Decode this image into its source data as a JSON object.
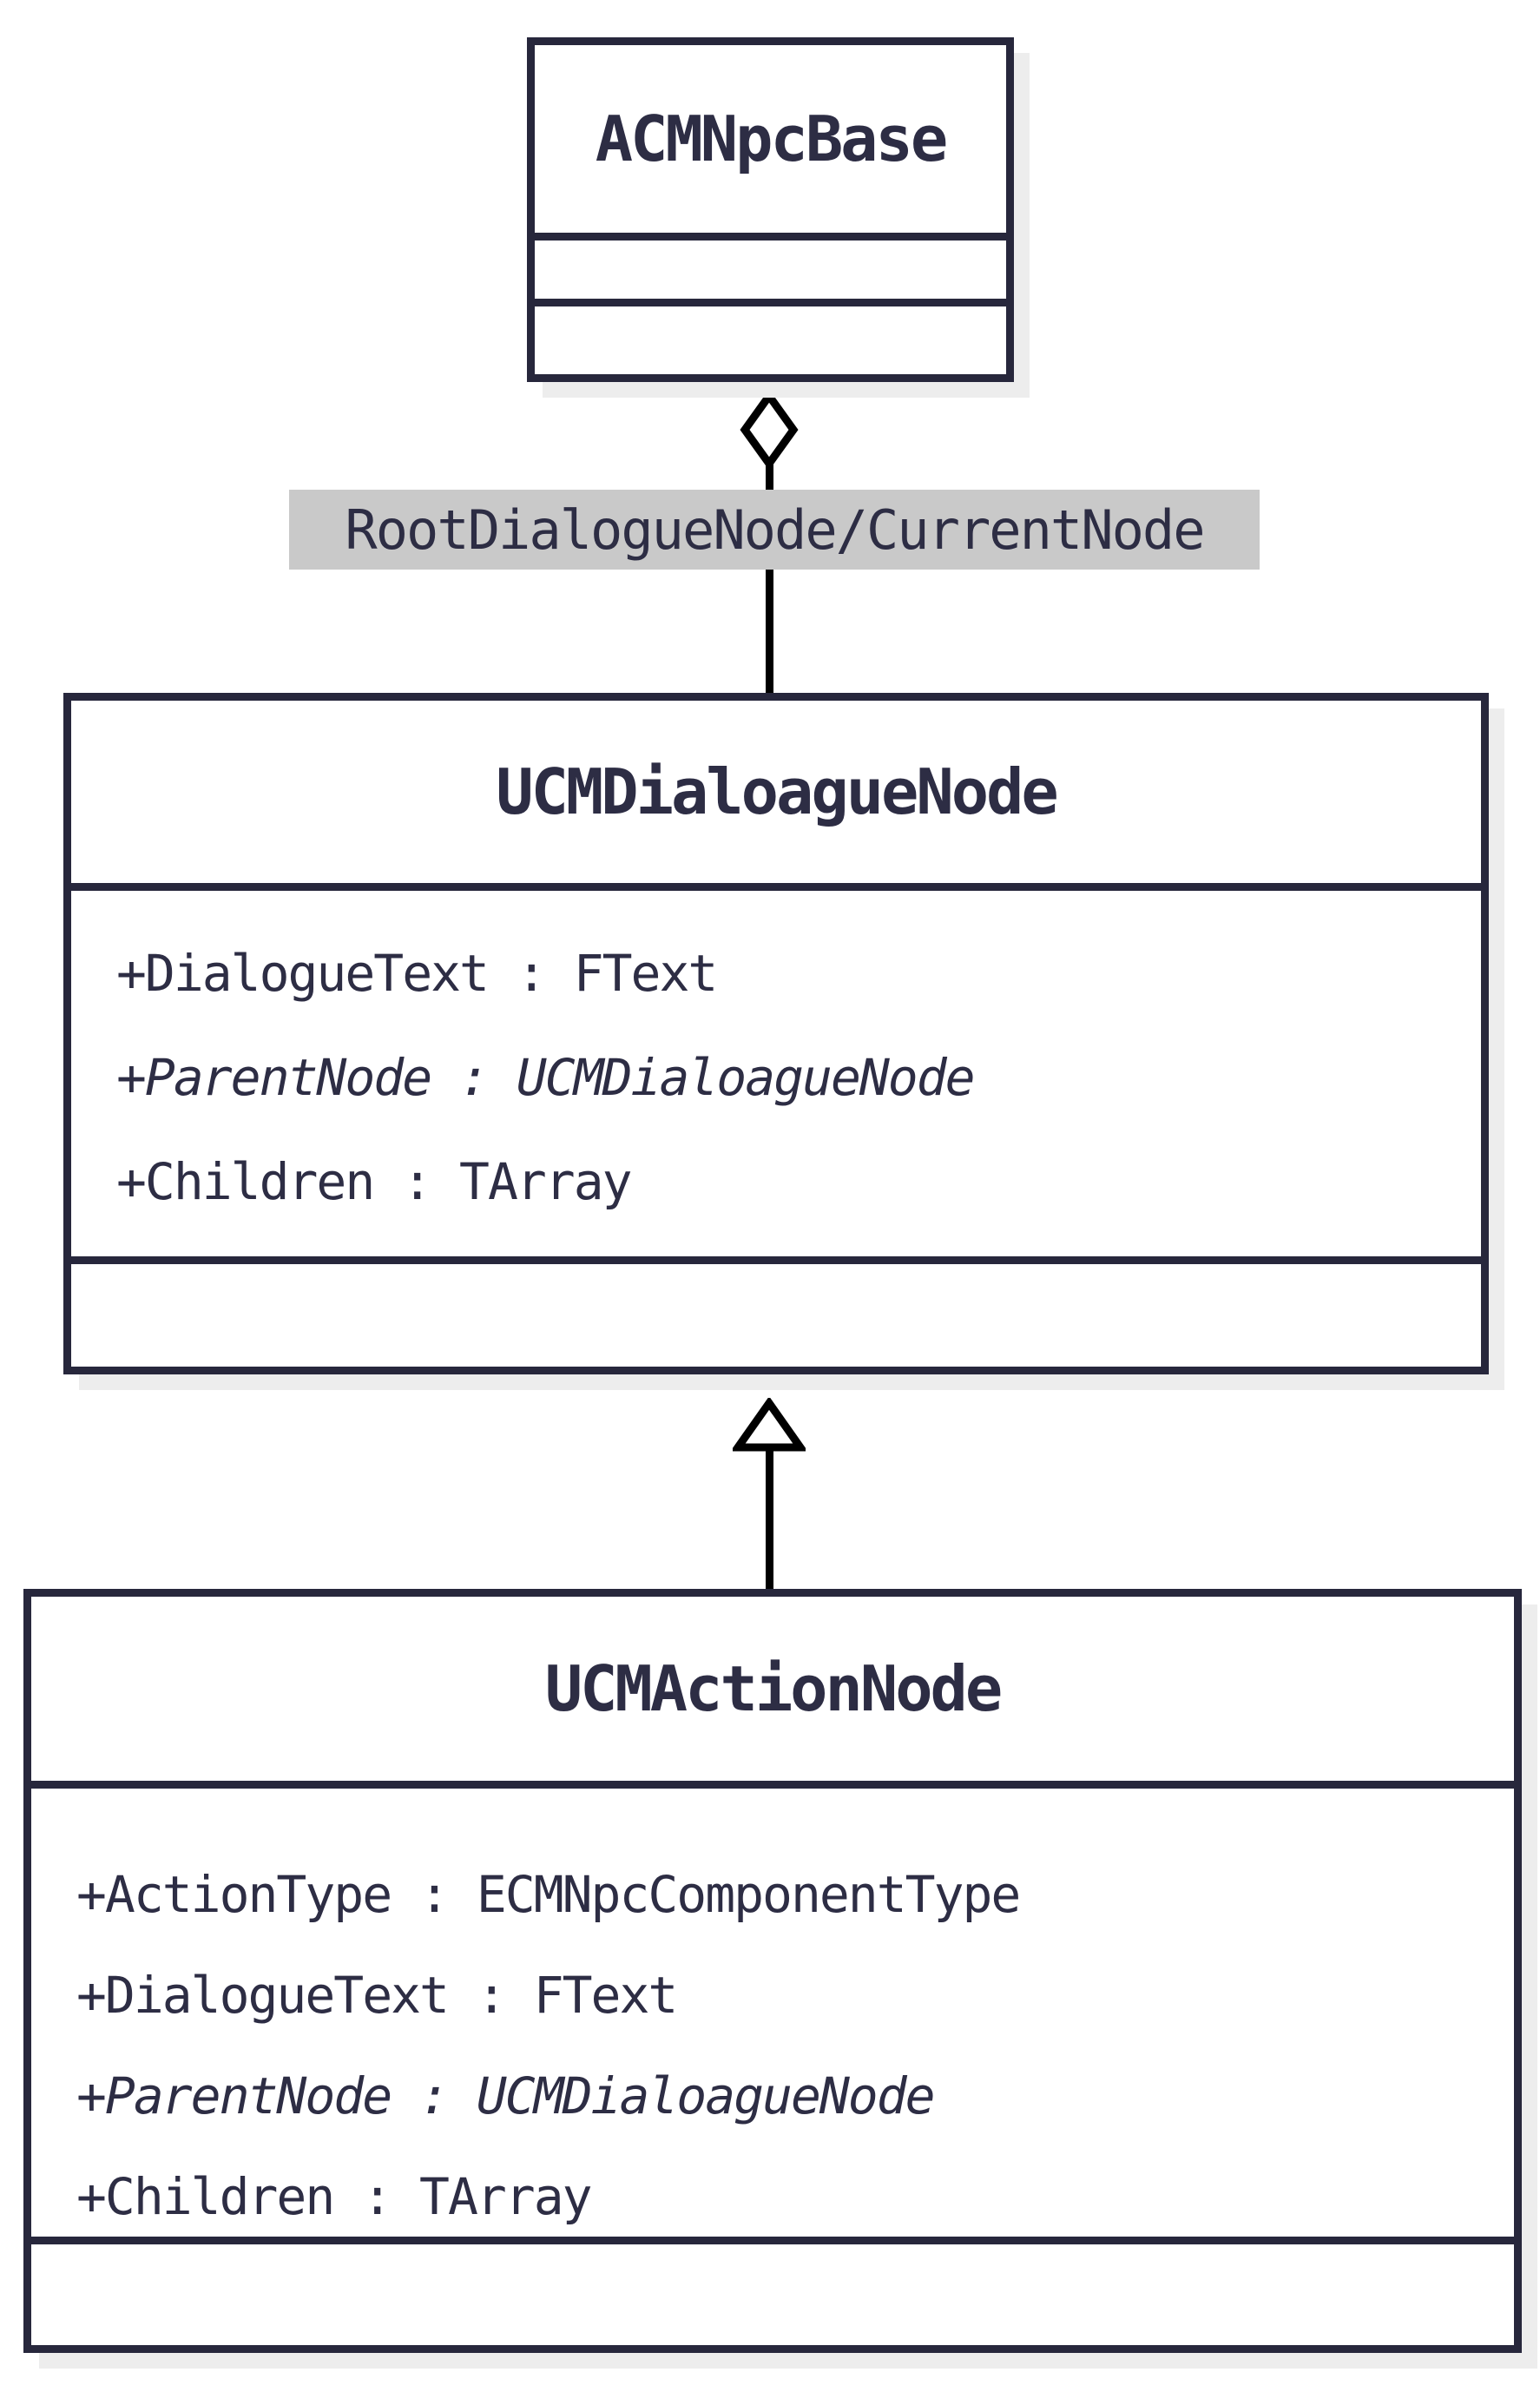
{
  "classes": [
    {
      "name": "ACMNpcBase",
      "attributes": [],
      "methods": []
    },
    {
      "name": "UCMDialoagueNode",
      "attributes": [
        {
          "text": "+DialogueText : FText",
          "style": "regular"
        },
        {
          "text": "+ParentNode : UCMDialoagueNode",
          "style": "italic"
        },
        {
          "text": "+Children : TArray",
          "style": "regular"
        }
      ],
      "methods": []
    },
    {
      "name": "UCMActionNode",
      "attributes": [
        {
          "text": "+ActionType : ECMNpcComponentType",
          "style": "regular"
        },
        {
          "text": "+DialogueText : FText",
          "style": "regular"
        },
        {
          "text": "+ParentNode : UCMDialoagueNode",
          "style": "italic"
        },
        {
          "text": "+Children : TArray",
          "style": "regular"
        }
      ],
      "methods": []
    }
  ],
  "relationships": [
    {
      "type": "aggregation",
      "from": "ACMNpcBase",
      "to": "UCMDialoagueNode",
      "label": "RootDialogueNode/CurrentNode",
      "icon": "hollow-diamond-icon"
    },
    {
      "type": "inheritance",
      "from": "UCMActionNode",
      "to": "UCMDialoagueNode",
      "icon": "hollow-triangle-icon"
    }
  ],
  "colors": {
    "box_border": "#27273c",
    "text": "#2d2d44",
    "connector": "#000000",
    "label_background": "#c9c9c9",
    "shadow": "#ededed",
    "background": "#ffffff"
  }
}
